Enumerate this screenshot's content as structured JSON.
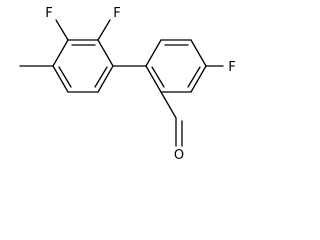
{
  "molecule": {
    "atoms": {
      "f_top_left": "F",
      "f_top_right": "F",
      "f_right": "F",
      "o_aldehyde": "O"
    }
  },
  "colors": {
    "bond": "#000000",
    "label": "#000000",
    "background": "#ffffff"
  }
}
